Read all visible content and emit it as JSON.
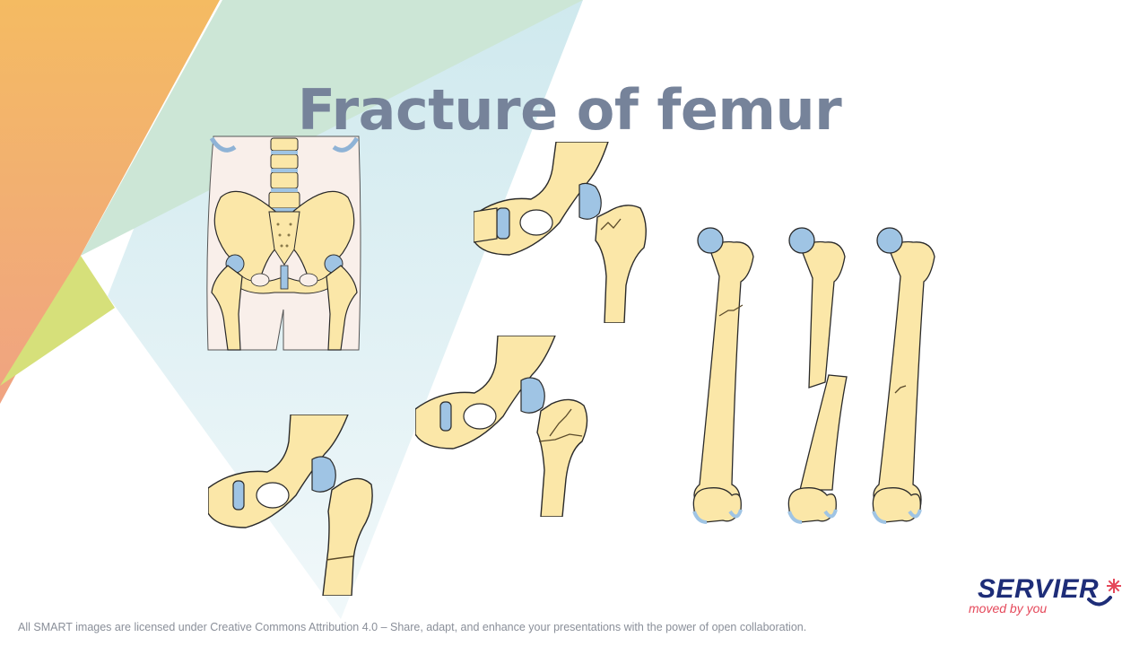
{
  "slide": {
    "title": "Fracture of femur",
    "footer": "All SMART images are licensed under Creative Commons Attribution 4.0 – Share, adapt, and enhance your presentations with the power of open collaboration."
  },
  "logo": {
    "wordmark": "SERVIER",
    "tagline": "moved by you"
  },
  "colors": {
    "title": "#76839a",
    "bone": "#fbe7a8",
    "bone_outline": "#2a2a2a",
    "cartilage": "#9fc4e4",
    "skin": "#f9efea",
    "logo_blue": "#1e2d78",
    "logo_red": "#e5485a"
  },
  "figures": [
    {
      "name": "pelvis-overview-illustration"
    },
    {
      "name": "hip-fracture-neck-illustration"
    },
    {
      "name": "hip-fracture-intertrochanteric-illustration"
    },
    {
      "name": "hip-fracture-subtrochanteric-illustration"
    },
    {
      "name": "femur-shaft-oblique-fracture-illustration"
    },
    {
      "name": "femur-shaft-displaced-fracture-illustration"
    },
    {
      "name": "femur-shaft-stress-fracture-illustration"
    }
  ]
}
